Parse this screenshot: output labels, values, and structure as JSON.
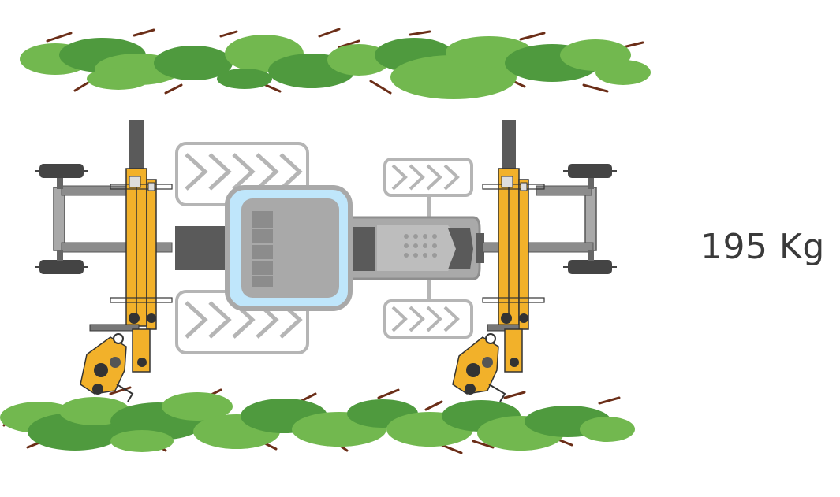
{
  "weight_label": "195 Kg",
  "colors": {
    "implement": "#f2b12a",
    "implement_dark": "#c98a10",
    "tractor_body": "#a9a9a9",
    "tractor_dark": "#5a5a5a",
    "cab_glass": "#bfe6fb",
    "hedge_light": "#72b84f",
    "hedge_dark": "#4f9a3e",
    "branches": "#6b2e18"
  },
  "icons": [
    "hedge",
    "tractor",
    "hedge-trimmer-arm"
  ]
}
